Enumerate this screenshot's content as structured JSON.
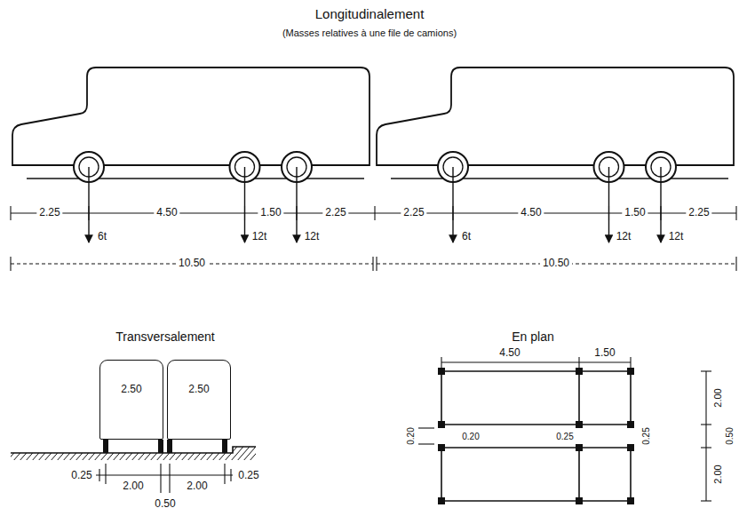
{
  "diagram": {
    "nodes": [
      {
        "text": [
          "2.50"
        ]
      },
      {
        "text": [
          "2.50"
        ]
      }
    ],
    "labels": [
      "Longitudinalement",
      "(Masses relatives à une file de camions)",
      "2.25",
      "4.50",
      "1.50",
      "2.25",
      "2.25",
      "4.50",
      "1.50",
      "2.25",
      "6t",
      "12t",
      "12t",
      "6t",
      "12t",
      "12t",
      "10.50",
      "10.50",
      "Transversalement",
      "0.25",
      "2.00",
      "2.00",
      "0.25",
      "0.50",
      "En plan",
      "4.50",
      "1.50",
      "2.00",
      "0.50",
      "0.20",
      "0.20",
      "0.25",
      "0.25",
      "2.00"
    ]
  }
}
